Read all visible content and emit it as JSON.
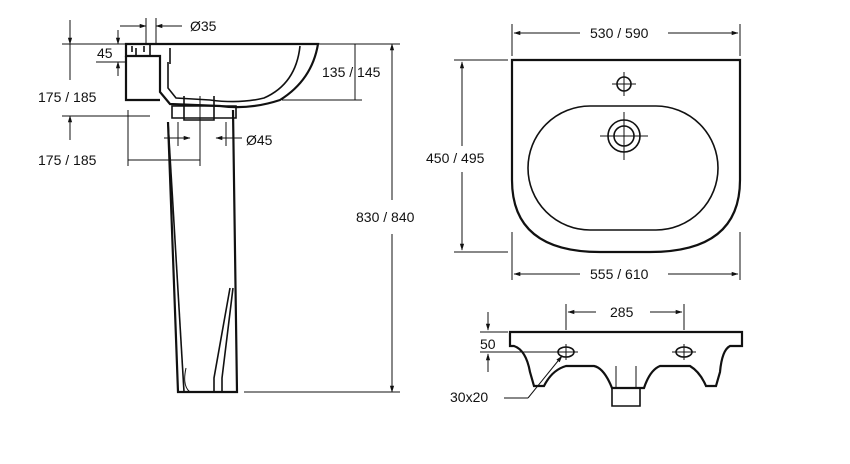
{
  "dimensions": {
    "overflow_dia": "Ø35",
    "overflow_height": "45",
    "basin_depth": "175 / 185",
    "trap_height": "135 / 145",
    "waste_offset": "175 / 185",
    "waste_dia": "Ø45",
    "total_height": "830 / 840",
    "top_width": "530 / 590",
    "basin_depth_top": "450 / 495",
    "overall_width": "555 / 610",
    "tap_spacing": "285",
    "tap_hole_depth": "50",
    "fixing_slot": "30x20"
  }
}
